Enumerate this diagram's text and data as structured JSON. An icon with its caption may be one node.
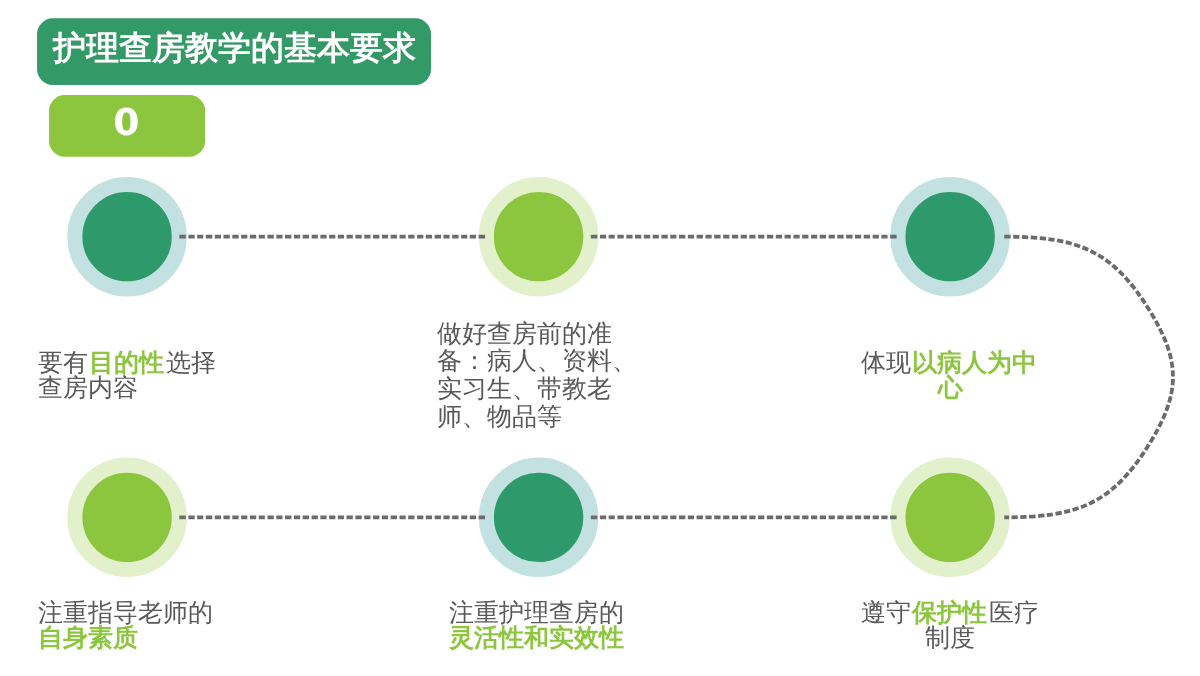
{
  "diagram": {
    "title": "护理查房教学的基本要求",
    "nodes": [
      {
        "text": [],
        "shape": "circle",
        "beside": [
          "要有**目的性**选择查房内容"
        ]
      },
      {
        "text": [],
        "shape": "circle",
        "beside": [
          "做好查房前的准备：病人、资料、实习生、带教老师、物品等"
        ]
      },
      {
        "text": [],
        "shape": "circle",
        "beside": [
          "体现**以病人为中心**"
        ]
      },
      {
        "text": [],
        "shape": "circle",
        "beside": [
          "注重指导老师的**自身素质**"
        ]
      },
      {
        "text": [],
        "shape": "circle",
        "beside": [
          "注重护理查房的**灵活性和实效性**"
        ]
      },
      {
        "text": [],
        "shape": "circle",
        "beside": [
          "遵守**保护性**医疗制度"
        ]
      }
    ],
    "edges": [
      {
        "from": 0,
        "to": 1,
        "arrow": "none",
        "style": "dashed"
      },
      {
        "from": 1,
        "to": 2,
        "arrow": "none",
        "style": "dashed"
      },
      {
        "from": 2,
        "to": 5,
        "arrow": "none",
        "style": "dashed"
      },
      {
        "from": 3,
        "to": 4,
        "arrow": "none",
        "style": "dashed"
      },
      {
        "from": 4,
        "to": 5,
        "arrow": "none",
        "style": "dashed"
      }
    ],
    "labels": [
      "0"
    ]
  }
}
